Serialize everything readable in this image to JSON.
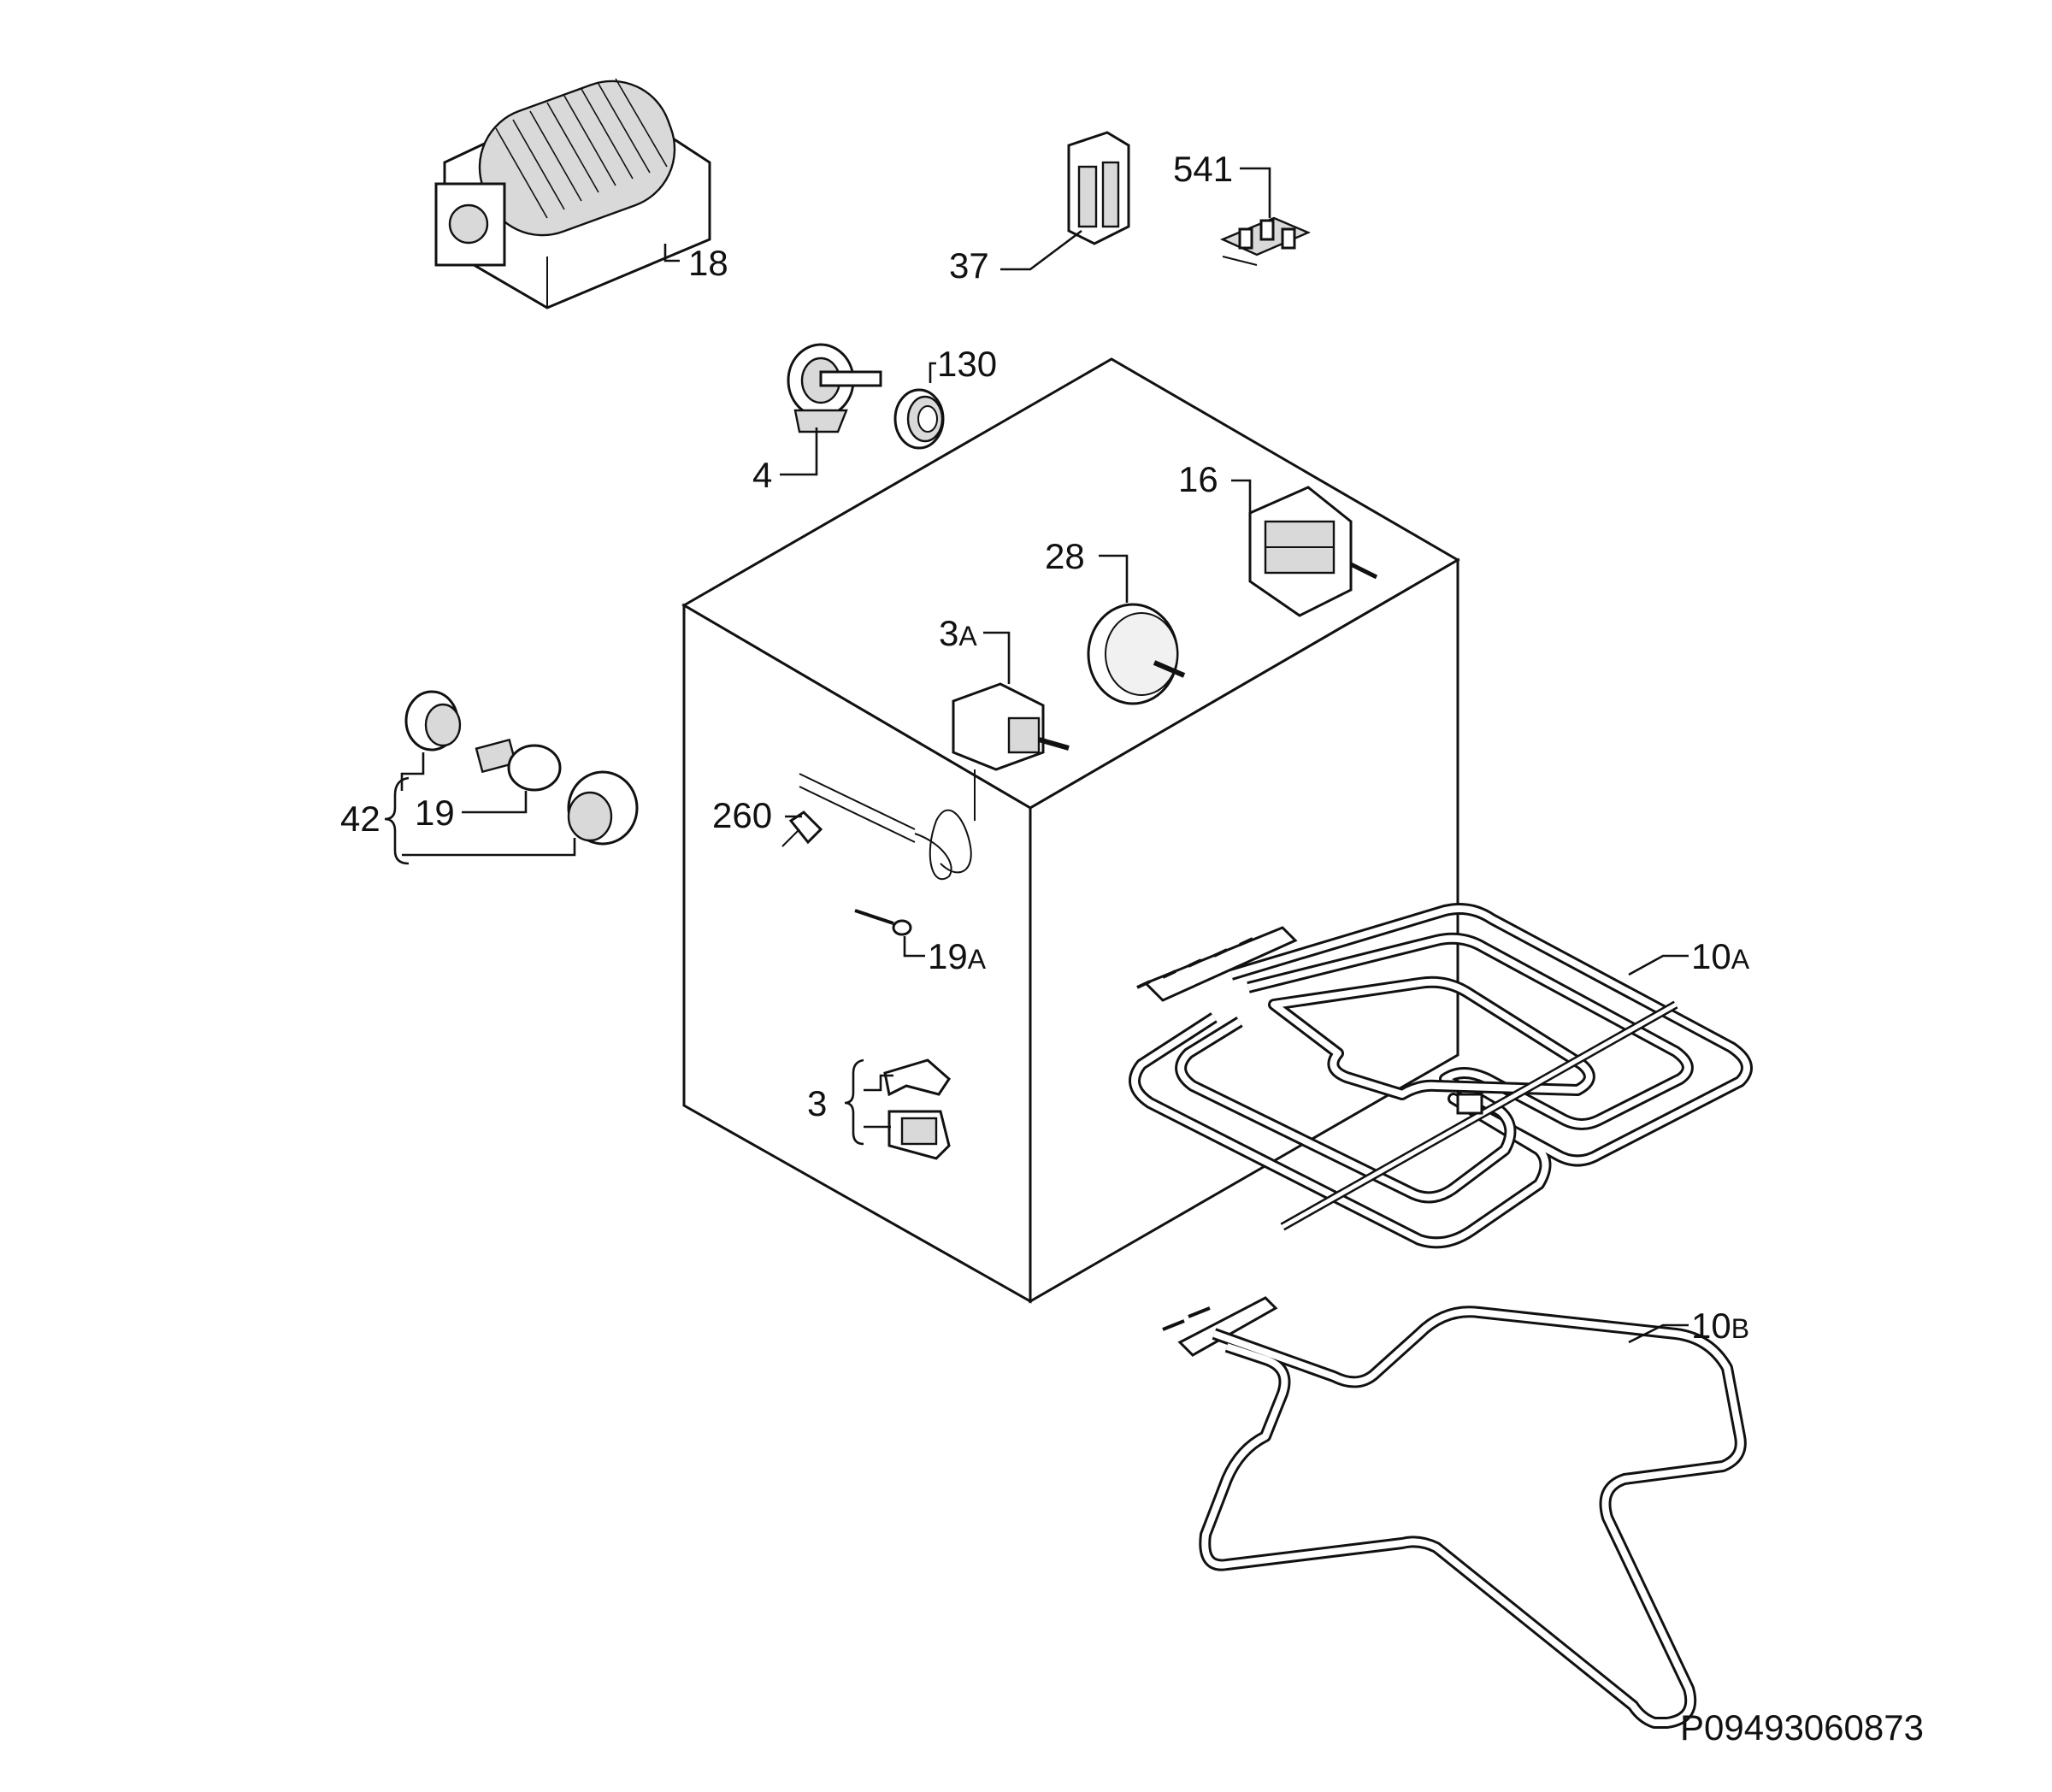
{
  "diagram": {
    "drawing_code": "P09493060873",
    "callouts": [
      {
        "id": "18",
        "main": "18",
        "sub": ""
      },
      {
        "id": "37",
        "main": "37",
        "sub": ""
      },
      {
        "id": "541",
        "main": "541",
        "sub": ""
      },
      {
        "id": "130",
        "main": "130",
        "sub": ""
      },
      {
        "id": "4",
        "main": "4",
        "sub": ""
      },
      {
        "id": "16",
        "main": "16",
        "sub": ""
      },
      {
        "id": "28",
        "main": "28",
        "sub": ""
      },
      {
        "id": "3a",
        "main": "3",
        "sub": "A"
      },
      {
        "id": "260",
        "main": "260",
        "sub": ""
      },
      {
        "id": "19a",
        "main": "19",
        "sub": "A"
      },
      {
        "id": "19",
        "main": "19",
        "sub": ""
      },
      {
        "id": "42",
        "main": "42",
        "sub": ""
      },
      {
        "id": "3",
        "main": "3",
        "sub": ""
      },
      {
        "id": "10a",
        "main": "10",
        "sub": "A"
      },
      {
        "id": "10b",
        "main": "10",
        "sub": "B"
      }
    ]
  }
}
